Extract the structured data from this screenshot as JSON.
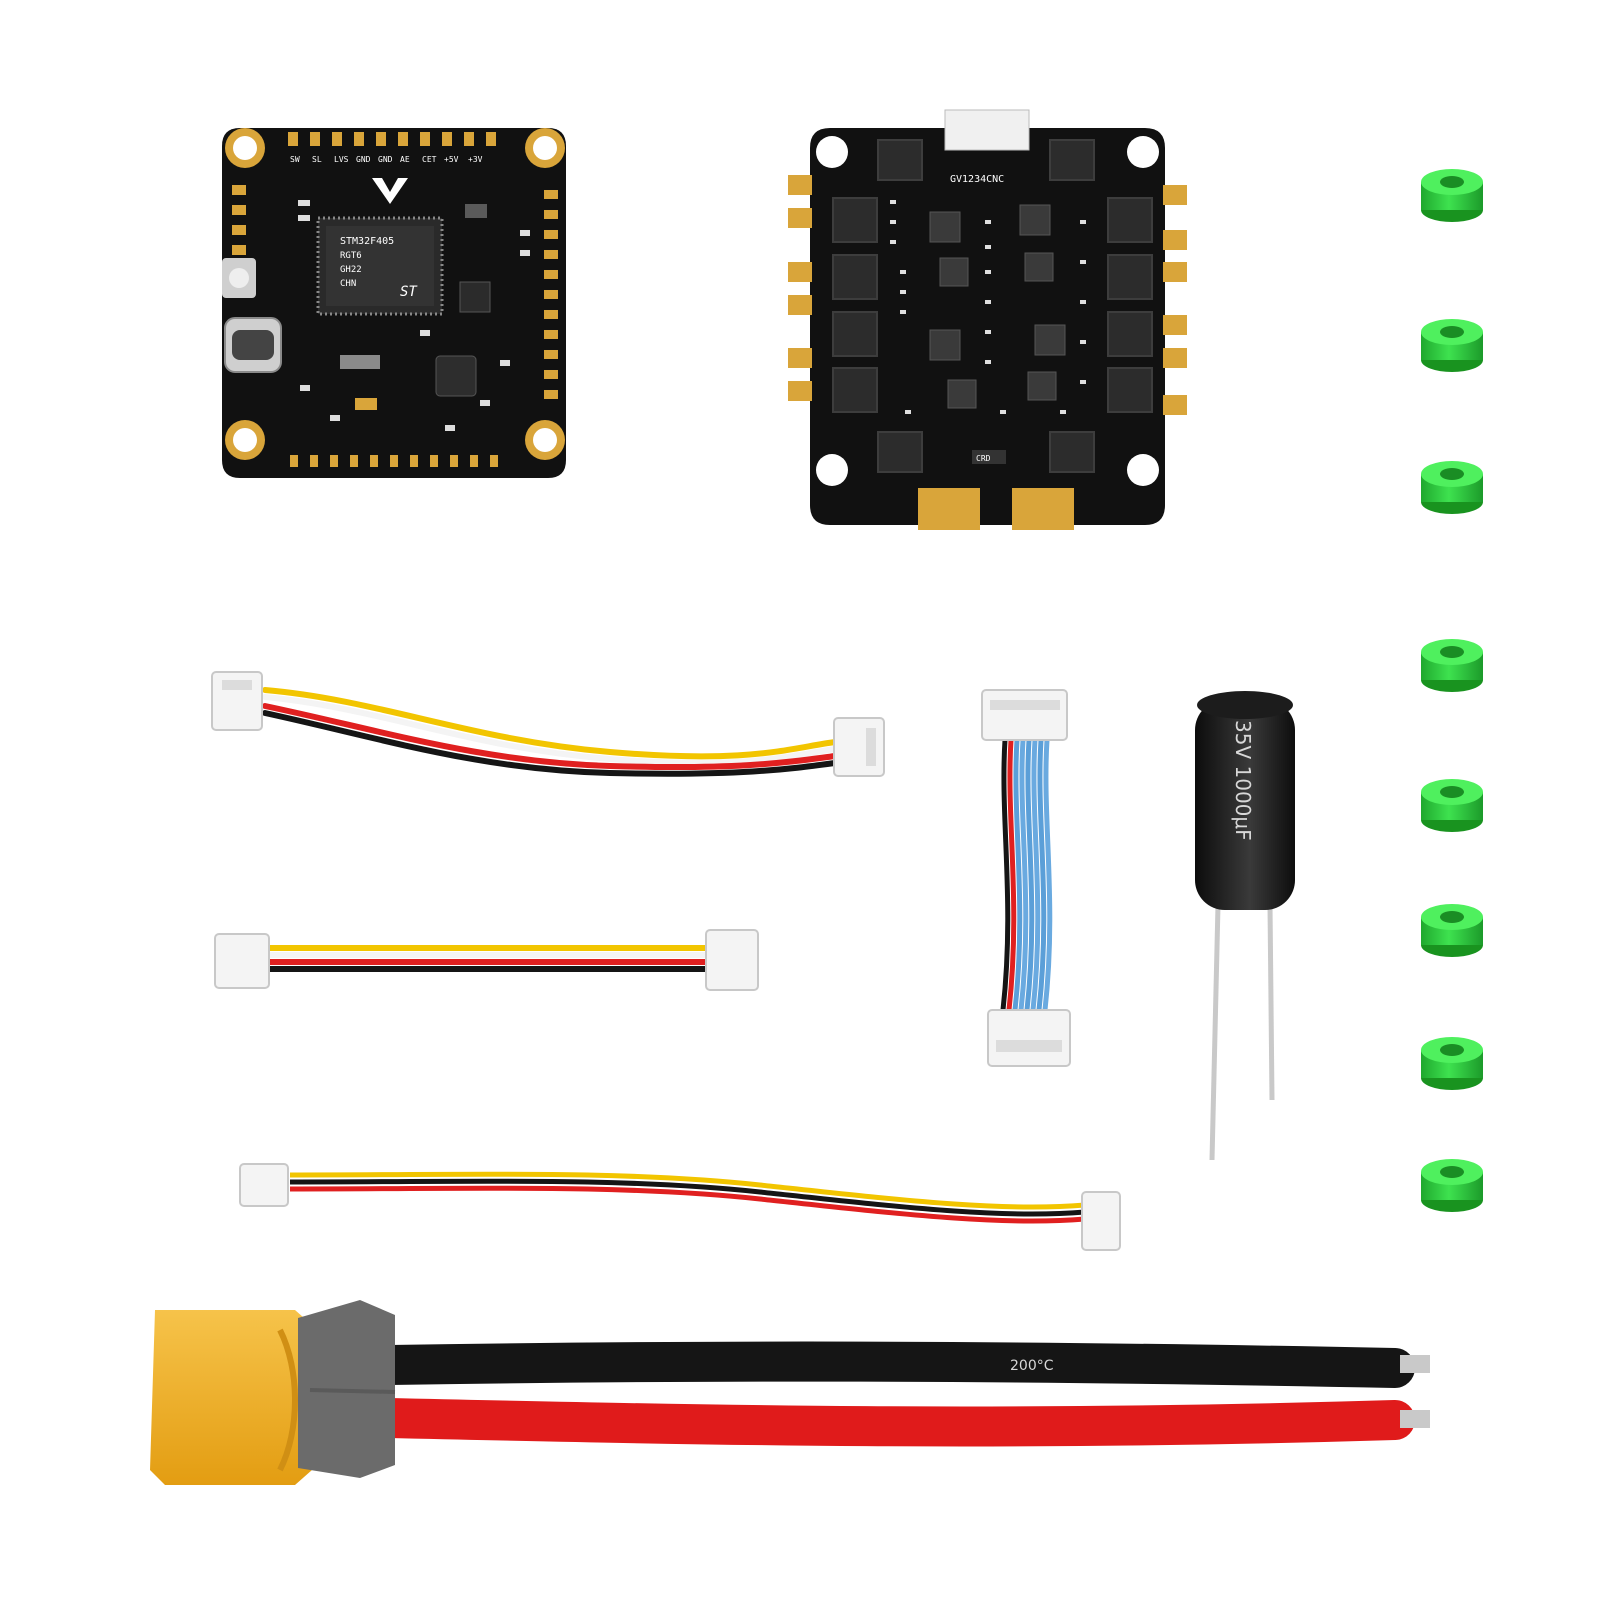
{
  "scene": {
    "description_items": [
      "flight-controller-board",
      "esc-board",
      "grommets",
      "jst-cables",
      "ribbon-cable",
      "capacitor",
      "xt60-power-lead"
    ],
    "colors": {
      "background": "#ffffff",
      "pcb": "#111111",
      "gold": "#d9a53a",
      "grommet": "#2ed13f",
      "wire_red": "#e02020",
      "wire_black": "#151515",
      "wire_yellow": "#f2c500",
      "wire_white": "#f4f4f4",
      "ribbon_blue": "#5b9fd8",
      "xt60": "#f2b21f",
      "sleeve_gray": "#6b6b6b"
    }
  },
  "fc_board": {
    "mcu_label": [
      "STM32F405",
      "RGT6",
      "GH22",
      "CHN"
    ],
    "top_pads": [
      "SW",
      "SL",
      "LVS",
      "GND",
      "GND",
      "AE",
      "CET",
      "+5V",
      "+3V"
    ],
    "mcu_logo": "ST"
  },
  "esc_board": {
    "connector_label": "GV1234CNC",
    "chip_label": "CRD"
  },
  "capacitor": {
    "label": "35V 1000μF"
  },
  "power_lead": {
    "wire_print": "200°C"
  }
}
